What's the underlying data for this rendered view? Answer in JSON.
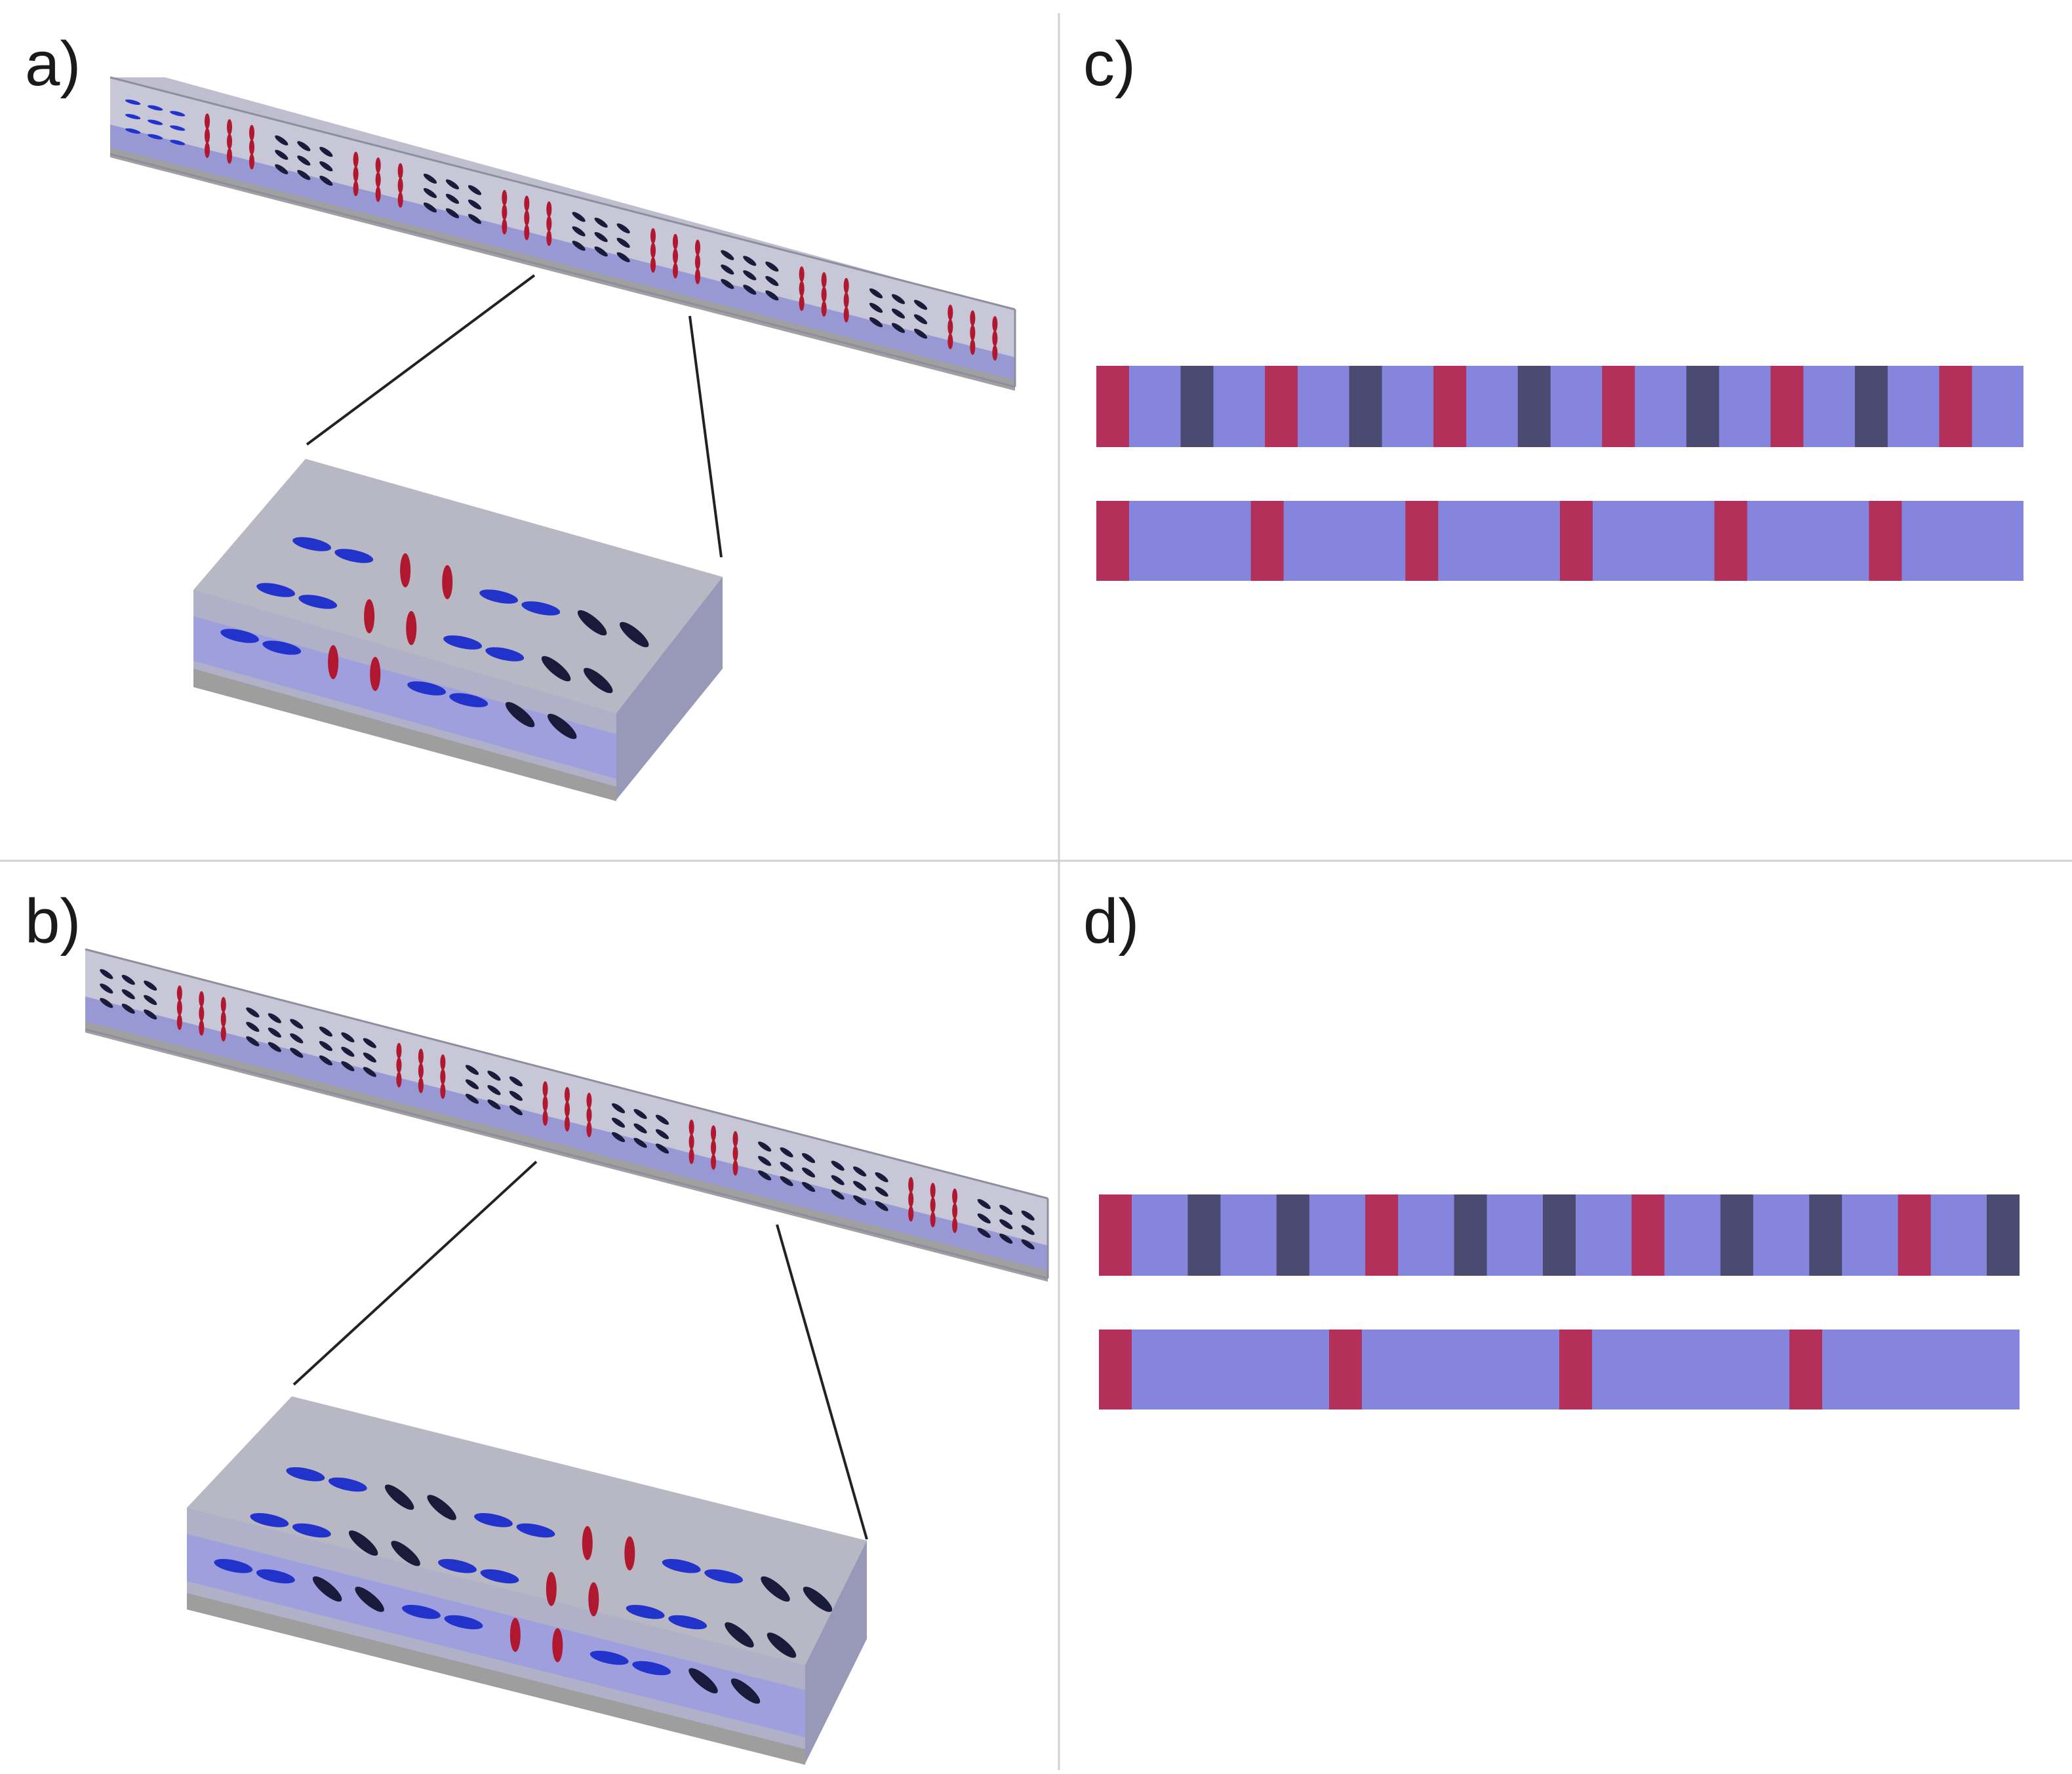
{
  "panels": {
    "a": {
      "label": "a)"
    },
    "b": {
      "label": "b)"
    },
    "c": {
      "label": "c)"
    },
    "d": {
      "label": "d)"
    }
  },
  "colors": {
    "layer": "#8585DD",
    "red_domain": "#B3305A",
    "dark_domain": "#4B4B72",
    "slab_gray": "#A6A6A6",
    "ellipsoid_blue": "#2233CC",
    "ellipsoid_red": "#B01830",
    "ellipsoid_dark": "#1A1A3A",
    "divider": "#D0D0D0"
  },
  "stripes": {
    "c_top": [
      "red",
      "blue",
      "dark",
      "blue",
      "red",
      "blue",
      "dark",
      "blue",
      "red",
      "blue",
      "dark",
      "blue",
      "red",
      "blue",
      "dark",
      "blue",
      "red",
      "blue",
      "dark",
      "blue",
      "red",
      "blue"
    ],
    "c_bottom": [
      "red",
      "blue",
      "red",
      "blue",
      "red",
      "blue",
      "red",
      "blue",
      "red",
      "blue",
      "red",
      "blue"
    ],
    "d_top": [
      "red",
      "blue",
      "dark",
      "blue",
      "dark",
      "blue",
      "red",
      "blue",
      "dark",
      "blue",
      "dark",
      "blue",
      "red",
      "blue",
      "dark",
      "blue",
      "dark",
      "blue",
      "red",
      "blue",
      "dark"
    ],
    "d_bottom": [
      "red",
      "blue",
      "red",
      "blue",
      "red",
      "blue",
      "red",
      "blue"
    ]
  }
}
